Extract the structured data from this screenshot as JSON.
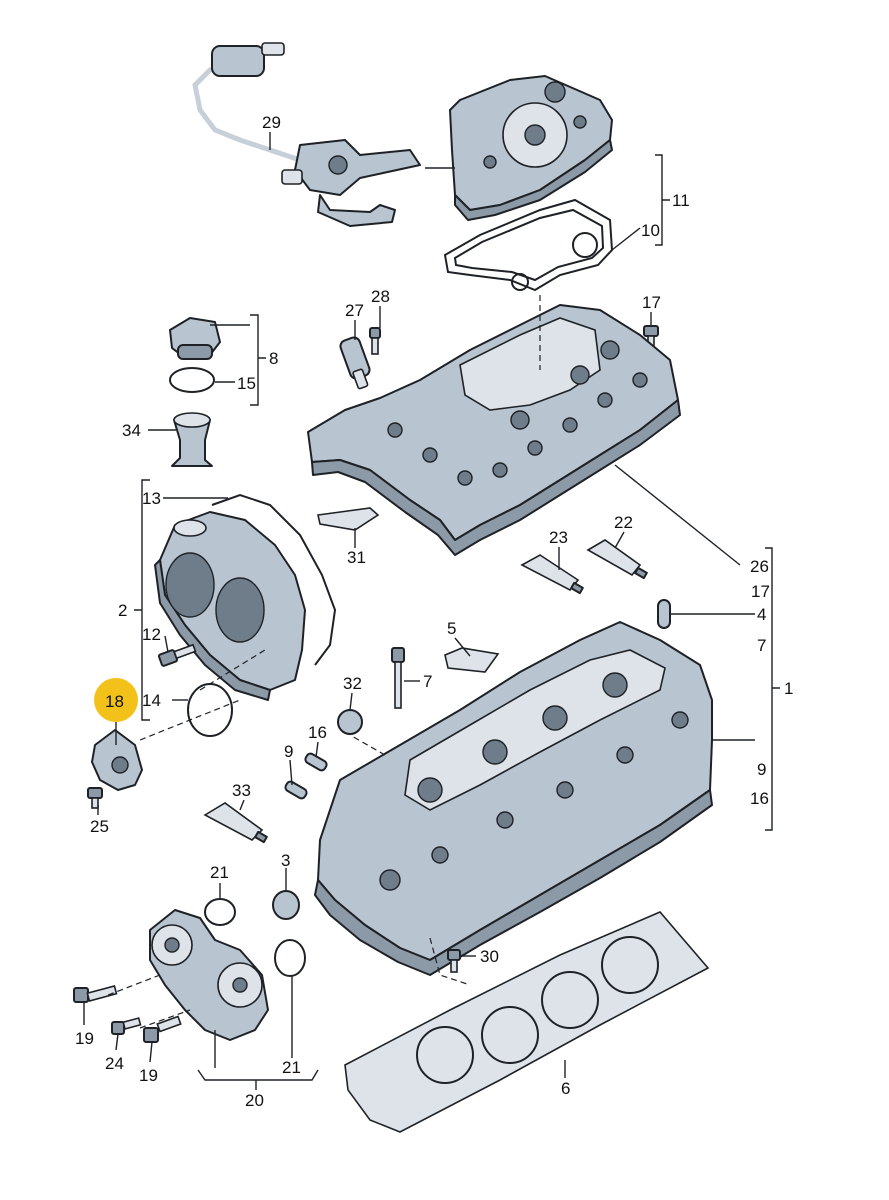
{
  "callouts": {
    "c29": "29",
    "c11": "11",
    "c10": "10",
    "c28": "28",
    "c27": "27",
    "c17a": "17",
    "c8": "8",
    "c15": "15",
    "c34": "34",
    "c13": "13",
    "c31": "31",
    "c2": "2",
    "c12": "12",
    "c14": "14",
    "c18": "18",
    "c25": "25",
    "c23": "23",
    "c22": "22",
    "c26": "26",
    "c17b": "17",
    "c4": "4",
    "c7a": "7",
    "c1": "1",
    "c5": "5",
    "c7b": "7",
    "c32": "32",
    "c16a": "16",
    "c9a": "9",
    "c9b": "9",
    "c16b": "16",
    "c33": "33",
    "c3": "3",
    "c21a": "21",
    "c30": "30",
    "c19a": "19",
    "c24": "24",
    "c19b": "19",
    "c21b": "21",
    "c20": "20",
    "c6": "6"
  },
  "highlight_color": "#f2c21b",
  "part_color": "#b8c4cf"
}
